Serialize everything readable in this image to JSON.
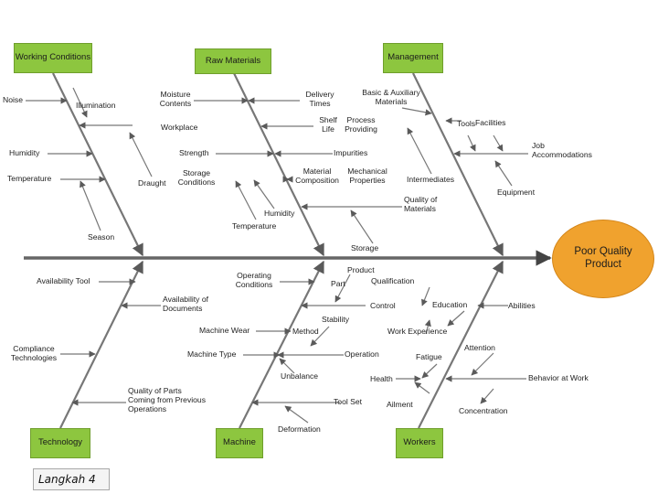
{
  "effect": "Poor Quality Product",
  "categories": {
    "working_conditions": "Working Conditions",
    "raw_materials": "Raw Materials",
    "management": "Management",
    "technology": "Technology",
    "machine": "Machine",
    "workers": "Workers"
  },
  "causes": {
    "working_conditions": {
      "noise": "Noise",
      "illumination": "Illumination",
      "workplace": "Workplace",
      "humidity": "Humidity",
      "draught": "Draught",
      "temperature": "Temperature",
      "season": "Season"
    },
    "raw_materials": {
      "moisture_contents": "Moisture Contents",
      "strength": "Strength",
      "storage_conditions": "Storage Conditions",
      "humidity": "Humidity",
      "temperature": "Temperature",
      "delivery_times": "Delivery Times",
      "shelf_life": "Shelf Life",
      "impurities": "Impurities",
      "material_composition": "Material Composition",
      "mechanical_properties": "Mechanical Properties",
      "process_providing": "Process Providing",
      "storage": "Storage"
    },
    "management": {
      "basic_auxiliary_materials": "Basic & Auxiliary Materials",
      "tools": "Tools",
      "facilities": "Facilities",
      "job_accommodations": "Job Accommodations",
      "equipment": "Equipment",
      "intermediates": "Intermediates",
      "quality_of_materials": "Quality of Materials"
    },
    "technology": {
      "availability_tool": "Availability Tool",
      "availability_of_documents": "Availability of Documents",
      "compliance_technologies": "Compliance Technologies",
      "quality_of_parts": "Quality of Parts Coming from Previous Operations"
    },
    "machine": {
      "operating_conditions": "Operating Conditions",
      "part": "Part",
      "product": "Product",
      "control": "Control",
      "stability": "Stability",
      "machine_wear": "Machine Wear",
      "method": "Method",
      "machine_type": "Machine Type",
      "operation": "Operation",
      "unbalance": "Unbalance",
      "tool_set": "Tool Set",
      "deformation": "Deformation"
    },
    "workers": {
      "qualification": "Qualification",
      "education": "Education",
      "abilities": "Abilities",
      "work_experience": "Work Experience",
      "attention": "Attention",
      "fatigue": "Fatigue",
      "health": "Health",
      "behavior_at_work": "Behavior at Work",
      "ailment": "Ailment",
      "concentration": "Concentration"
    }
  },
  "footer_note": "Langkah 4"
}
